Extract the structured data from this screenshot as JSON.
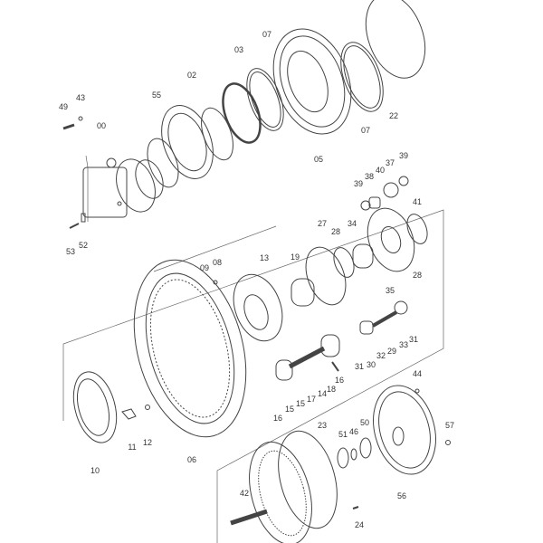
{
  "diagram": {
    "type": "exploded parts diagram",
    "part_labels": [
      "07",
      "03",
      "02",
      "55",
      "49",
      "43",
      "00",
      "53",
      "52",
      "07",
      "22",
      "05",
      "39",
      "37",
      "40",
      "38",
      "39",
      "41",
      "27",
      "28",
      "34",
      "19",
      "28",
      "35",
      "08",
      "09",
      "13",
      "33",
      "29",
      "32",
      "31",
      "30",
      "31",
      "16",
      "18",
      "14",
      "17",
      "15",
      "15",
      "16",
      "06",
      "10",
      "11",
      "12",
      "44",
      "57",
      "23",
      "51",
      "46",
      "50",
      "56",
      "42",
      "24"
    ]
  },
  "colors": {
    "line": "#444444",
    "label": "#333333"
  }
}
